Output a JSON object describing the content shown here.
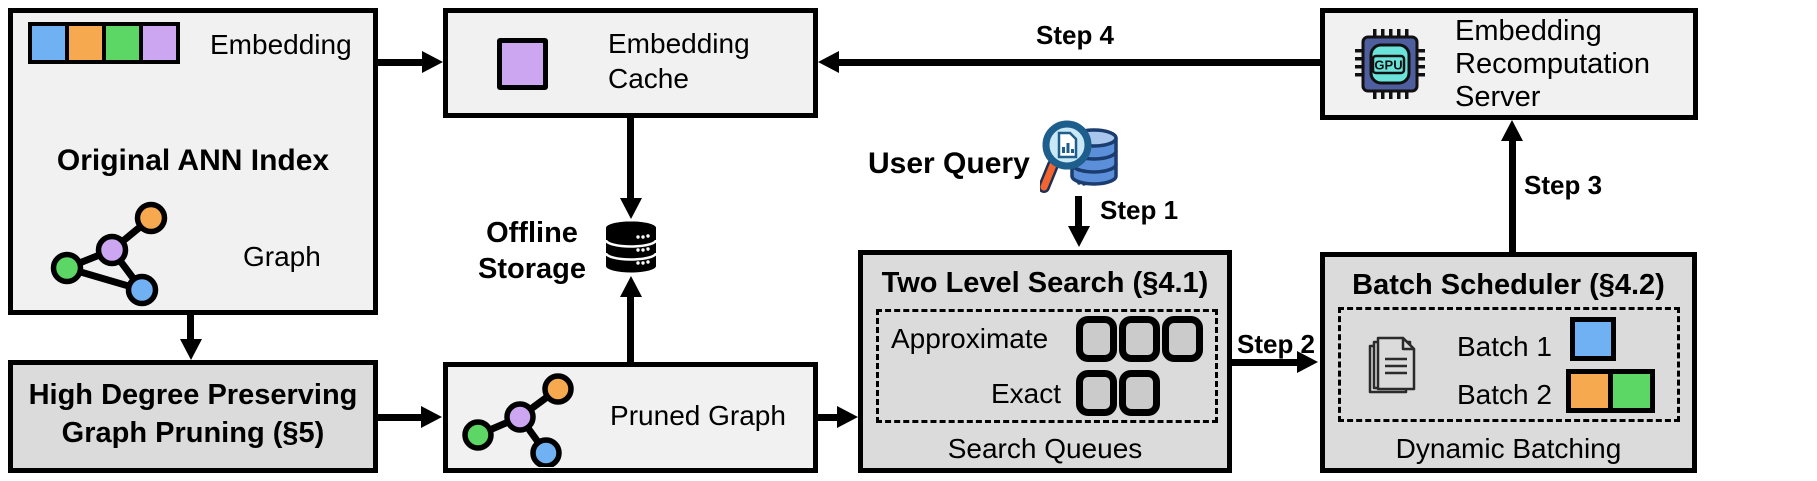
{
  "colors": {
    "blue": "#6fb1f2",
    "orange": "#f7a94f",
    "green": "#5cd665",
    "purple": "#cda6f2",
    "light_box": "#f1f1f1",
    "dark_box": "#dbdbdb",
    "chip_body": "#4e5e9e",
    "chip_inner": "#6be3db",
    "magnifier_handle": "#f26430",
    "query_db": "#5b8fd9"
  },
  "original_index": {
    "embedding_label": "Embedding",
    "title": "Original ANN Index",
    "graph_label": "Graph"
  },
  "pruning": {
    "line1": "High Degree Preserving",
    "line2": "Graph Pruning (§5)"
  },
  "embedding_cache": {
    "line1": "Embedding",
    "line2": "Cache"
  },
  "offline_storage": {
    "line1": "Offline",
    "line2": "Storage"
  },
  "pruned_graph": {
    "label": "Pruned Graph"
  },
  "user_query": {
    "label": "User Query"
  },
  "steps": {
    "step1": "Step 1",
    "step2": "Step 2",
    "step3": "Step 3",
    "step4": "Step 4"
  },
  "two_level_search": {
    "title": "Two Level Search (§4.1)",
    "approximate_label": "Approximate",
    "exact_label": "Exact",
    "approximate_queue_count": 3,
    "exact_queue_count": 2,
    "footer": "Search Queues"
  },
  "batch_scheduler": {
    "title": "Batch Scheduler (§4.2)",
    "batch1_label": "Batch 1",
    "batch2_label": "Batch 2",
    "footer": "Dynamic Batching"
  },
  "server": {
    "line1": "Embedding",
    "line2": "Recomputation",
    "line3": "Server",
    "chip_label": "GPU"
  }
}
